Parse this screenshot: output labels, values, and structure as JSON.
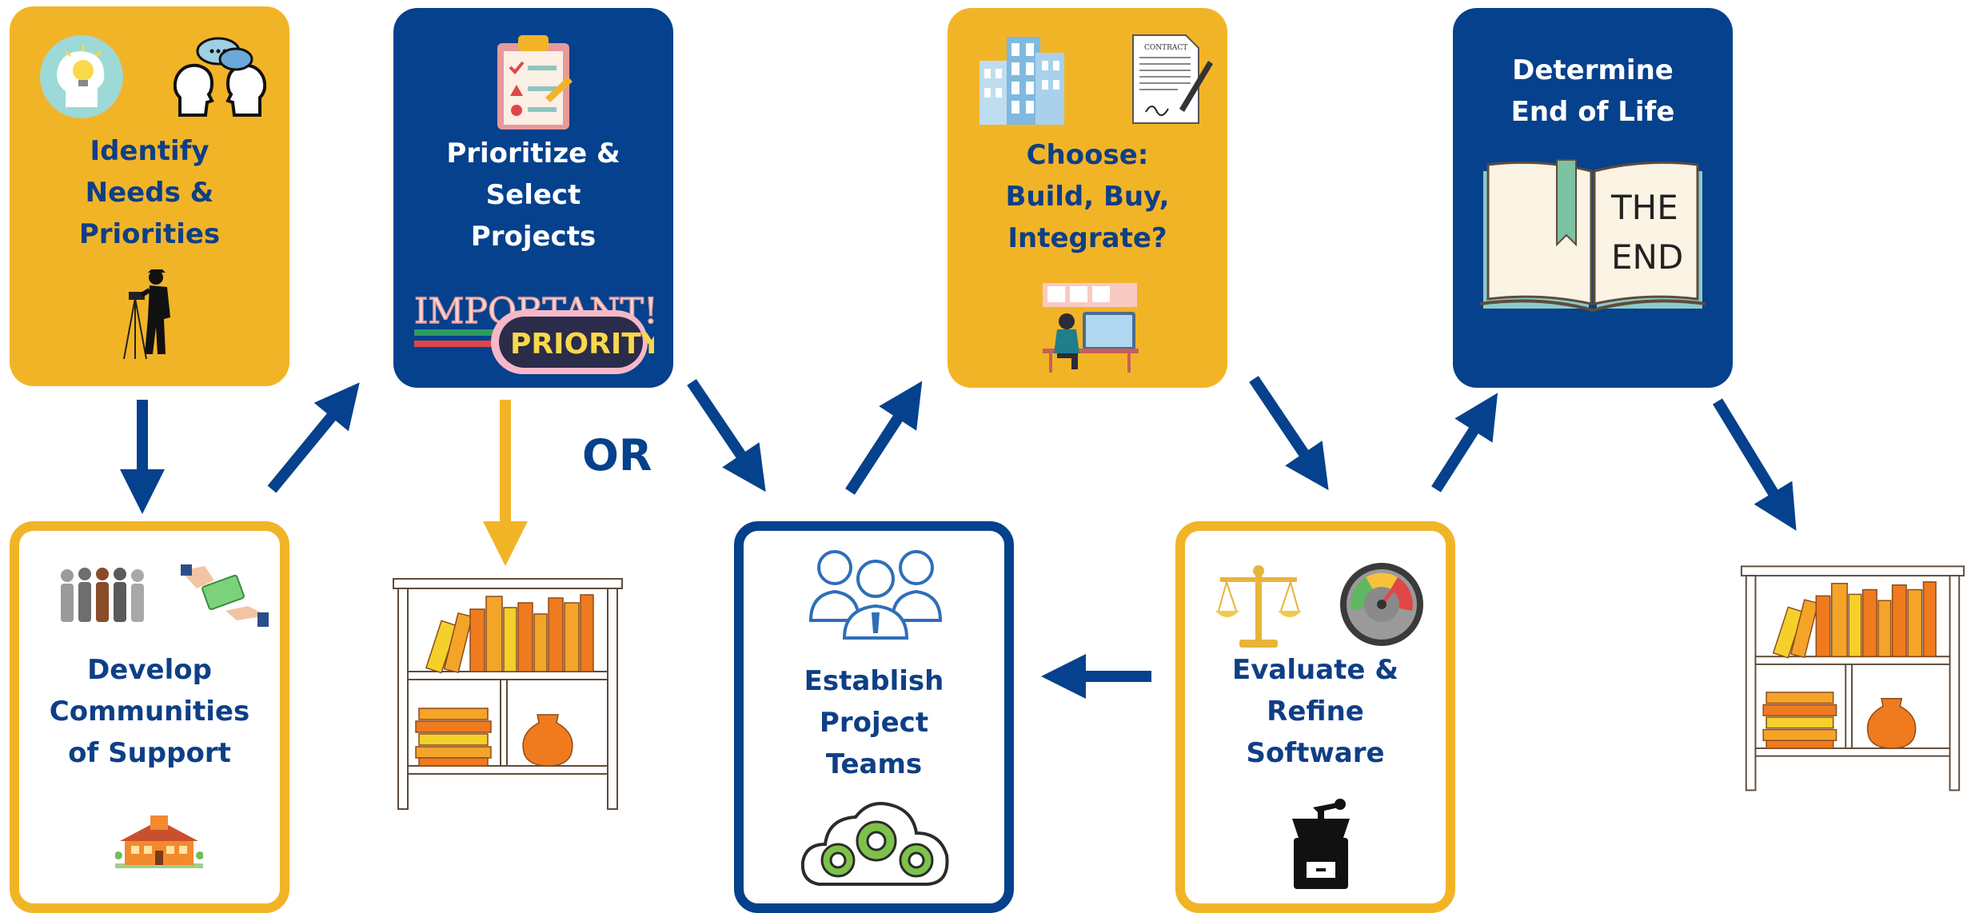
{
  "colors": {
    "yellow": "#F2B427",
    "navy": "#05418C",
    "orange": "#F07A1E"
  },
  "steps": {
    "identify": {
      "lines": [
        "Identify",
        "Needs &",
        "Priorities"
      ]
    },
    "prioritize": {
      "lines": [
        "Prioritize &",
        "Select",
        "Projects"
      ],
      "sticker_important": "IMPORTANT!",
      "sticker_priority": "PRIORITY"
    },
    "choose": {
      "lines": [
        "Choose:",
        "Build, Buy,",
        "Integrate?"
      ],
      "contract_label": "CONTRACT"
    },
    "end_of_life": {
      "lines": [
        "Determine",
        "End of Life"
      ],
      "book_text": [
        "THE",
        "END"
      ]
    },
    "communities": {
      "lines": [
        "Develop",
        "Communities",
        "of Support"
      ]
    },
    "teams": {
      "lines": [
        "Establish",
        "Project",
        "Teams"
      ]
    },
    "evaluate": {
      "lines": [
        "Evaluate &",
        "Refine",
        "Software"
      ]
    }
  },
  "or_label": "OR"
}
